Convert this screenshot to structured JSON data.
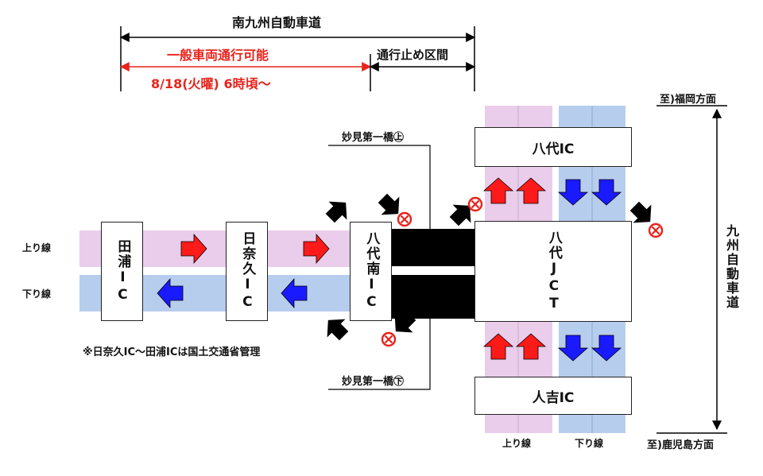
{
  "header": {
    "expressway_name": "南九州自動車道",
    "open_section_label": "一般車両通行可能",
    "open_section_date": "8/18(火曜) 6時頃～",
    "closed_section_label": "通行止め区間"
  },
  "lanes": {
    "up_line": "上り線",
    "down_line": "下り線"
  },
  "interchanges": {
    "taura_ic": "田浦IC",
    "hinagu_ic": "日奈久IC",
    "yatsushiro_minami_ic": "八代南IC",
    "yatsushiro_jct": "八代JCT",
    "yatsushiro_ic": "八代IC",
    "hitoyoshi_ic": "人吉IC"
  },
  "bridges": {
    "upper": "妙見第一橋㊤",
    "lower": "妙見第一橋㊦"
  },
  "kyushu_expressway": {
    "name": "九州自動車道",
    "north_direction": "至)福岡方面",
    "south_direction": "至)鹿児島方面",
    "up_line": "上り線",
    "down_line": "下り線"
  },
  "note": "※日奈久IC～田浦ICは国土交通省管理",
  "colors": {
    "open_red": "#e8231b",
    "up_lane_fill": "#e9cdea",
    "down_lane_fill": "#b7cdee",
    "up_arrow": "#ff1a1a",
    "down_arrow": "#1a1aff",
    "closed_bridge": "#000000",
    "no_entry_mark": "#e8231b"
  },
  "icons": {
    "open_arrow": "red-arrow-icon",
    "down_arrow": "blue-arrow-icon",
    "ramp_arrow": "black-arrow-icon",
    "no_entry": "no-entry-icon"
  }
}
